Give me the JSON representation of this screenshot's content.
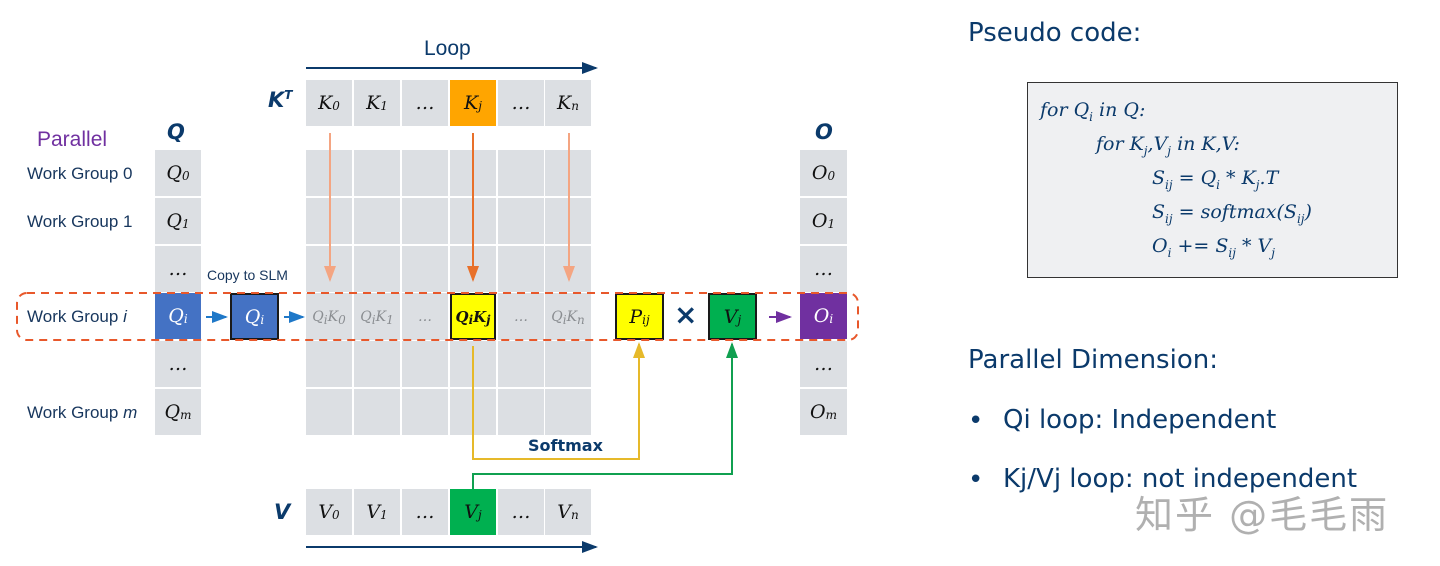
{
  "diagram": {
    "loop_label": "Loop",
    "parallel_label": "Parallel",
    "copy_label": "Copy to SLM",
    "softmax_label": "Softmax",
    "multiply_symbol": "×",
    "headers": {
      "q": "Q",
      "kt": "K",
      "kt_sup": "T",
      "v": "V",
      "o": "O"
    },
    "work_groups": [
      {
        "label": "Work Group 0",
        "q": "Q",
        "q_sub": "0",
        "o": "O",
        "o_sub": "0"
      },
      {
        "label": "Work Group 1",
        "q": "Q",
        "q_sub": "1",
        "o": "O",
        "o_sub": "1"
      },
      {
        "label": "",
        "q": "…",
        "q_sub": "",
        "o": "…",
        "o_sub": ""
      },
      {
        "label": "Work Group ",
        "label_var": "i",
        "q": "Q",
        "q_sub": "i",
        "o": "O",
        "o_sub": "i"
      },
      {
        "label": "",
        "q": "…",
        "q_sub": "",
        "o": "…",
        "o_sub": ""
      },
      {
        "label": "Work Group ",
        "label_var": "m",
        "q": "Q",
        "q_sub": "m",
        "o": "O",
        "o_sub": "m"
      }
    ],
    "k_row": [
      {
        "t": "K",
        "s": "0"
      },
      {
        "t": "K",
        "s": "1"
      },
      {
        "t": "…",
        "s": ""
      },
      {
        "t": "K",
        "s": "j",
        "highlight": "orange"
      },
      {
        "t": "…",
        "s": ""
      },
      {
        "t": "K",
        "s": "n"
      }
    ],
    "v_row": [
      {
        "t": "V",
        "s": "0"
      },
      {
        "t": "V",
        "s": "1"
      },
      {
        "t": "…",
        "s": ""
      },
      {
        "t": "V",
        "s": "j",
        "highlight": "green"
      },
      {
        "t": "…",
        "s": ""
      },
      {
        "t": "V",
        "s": "n"
      }
    ],
    "qk_row": [
      {
        "t": "Q",
        "s": "i",
        "t2": "K",
        "s2": "0"
      },
      {
        "t": "Q",
        "s": "i",
        "t2": "K",
        "s2": "1"
      },
      {
        "t": "…"
      },
      {
        "t": "Q",
        "s": "i",
        "t2": "K",
        "s2": "j",
        "highlight": "yellow"
      },
      {
        "t": "…"
      },
      {
        "t": "Q",
        "s": "i",
        "t2": "K",
        "s2": "n"
      }
    ],
    "q_copy": {
      "t": "Q",
      "s": "i"
    },
    "p_block": {
      "t": "P",
      "s": "ij"
    },
    "v_block": {
      "t": "V",
      "s": "j"
    }
  },
  "colors": {
    "cell_gray": "#dcdfe3",
    "q_blue": "#4472c4",
    "k_orange": "#ffa500",
    "qk_yellow": "#ffff00",
    "v_green": "#00b050",
    "o_purple": "#7030a0",
    "dash_orange": "#e8582b",
    "navy": "#0b3a6b",
    "softmax_line": "#e6b92a",
    "green_line": "#10a050",
    "arrow_blue": "#1f78c8"
  },
  "right_panel": {
    "pseudo_title": "Pseudo code:",
    "code": [
      {
        "indent": 0,
        "html": "for Q<sub>i</sub> in Q:"
      },
      {
        "indent": 1,
        "html": "for K<sub>j</sub>,V<sub>j</sub> in K,V:"
      },
      {
        "indent": 2,
        "html": "S<sub>ij</sub> = Q<sub>i</sub> * K<sub>j</sub>.T"
      },
      {
        "indent": 2,
        "html": "S<sub>ij</sub> = softmax(S<sub>ij</sub>)"
      },
      {
        "indent": 2,
        "html": "O<sub>i</sub> += S<sub>ij</sub> * V<sub>j</sub>"
      }
    ],
    "parallel_title": "Parallel Dimension:",
    "bullets": [
      "Qi loop: Independent",
      "Kj/Vj loop: not independent"
    ],
    "watermark": "知乎 @毛毛雨"
  }
}
